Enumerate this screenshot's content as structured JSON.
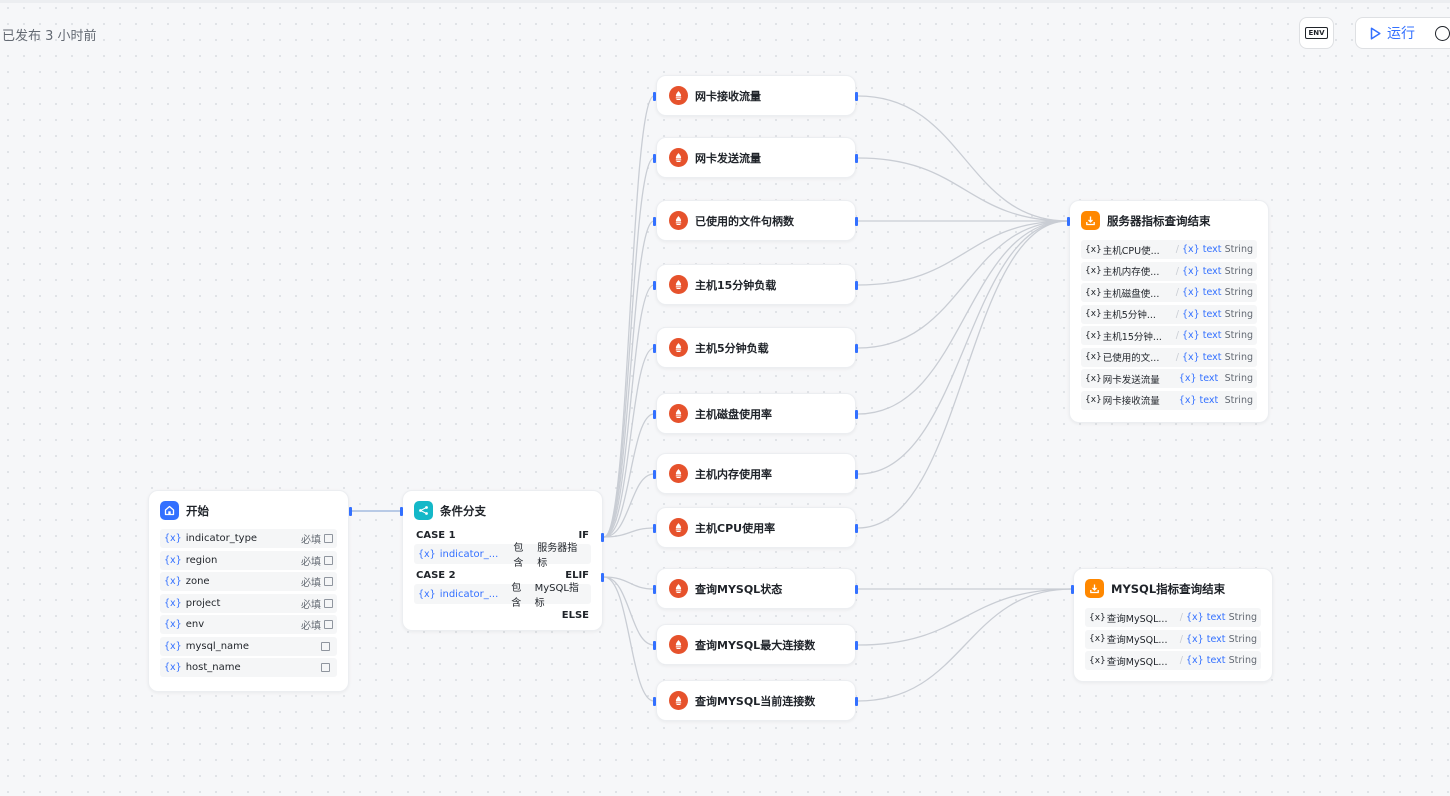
{
  "header": {
    "publish_status": "已发布 3 小时前",
    "env_label": "ENV",
    "run_label": "运行"
  },
  "start_node": {
    "title": "开始",
    "params": [
      {
        "var": "{x}",
        "name": "indicator_type",
        "required": "必填"
      },
      {
        "var": "{x}",
        "name": "region",
        "required": "必填"
      },
      {
        "var": "{x}",
        "name": "zone",
        "required": "必填"
      },
      {
        "var": "{x}",
        "name": "project",
        "required": "必填"
      },
      {
        "var": "{x}",
        "name": "env",
        "required": "必填"
      },
      {
        "var": "{x}",
        "name": "mysql_name",
        "required": ""
      },
      {
        "var": "{x}",
        "name": "host_name",
        "required": ""
      }
    ]
  },
  "condition_node": {
    "title": "条件分支",
    "cases": [
      {
        "label": "CASE 1",
        "keyword": "IF",
        "var": "{x}",
        "var_name": "indicator_...",
        "op": "包含",
        "value": "服务器指标"
      },
      {
        "label": "CASE 2",
        "keyword": "ELIF",
        "var": "{x}",
        "var_name": "indicator_...",
        "op": "包含",
        "value": "MySQL指标"
      }
    ],
    "else_label": "ELSE"
  },
  "metric_nodes": [
    {
      "title": "网卡接收流量"
    },
    {
      "title": "网卡发送流量"
    },
    {
      "title": "已使用的文件句柄数"
    },
    {
      "title": "主机15分钟负载"
    },
    {
      "title": "主机5分钟负载"
    },
    {
      "title": "主机磁盘使用率"
    },
    {
      "title": "主机内存使用率"
    },
    {
      "title": "主机CPU使用率"
    },
    {
      "title": "查询MYSQL状态"
    },
    {
      "title": "查询MYSQL最大连接数"
    },
    {
      "title": "查询MYSQL当前连接数"
    }
  ],
  "server_end_node": {
    "title": "服务器指标查询结束",
    "outputs": [
      {
        "var": "{x}",
        "name": "主机CPU使...",
        "ref": "{x} text",
        "type": "String"
      },
      {
        "var": "{x}",
        "name": "主机内存使...",
        "ref": "{x} text",
        "type": "String"
      },
      {
        "var": "{x}",
        "name": "主机磁盘使...",
        "ref": "{x} text",
        "type": "String"
      },
      {
        "var": "{x}",
        "name": "主机5分钟...",
        "ref": "{x} text",
        "type": "String"
      },
      {
        "var": "{x}",
        "name": "主机15分钟...",
        "ref": "{x} text",
        "type": "String"
      },
      {
        "var": "{x}",
        "name": "已使用的文...",
        "ref": "{x} text",
        "type": "String"
      },
      {
        "var": "{x}",
        "name": "网卡发送流量",
        "ref": "{x} text",
        "type": "String"
      },
      {
        "var": "{x}",
        "name": "网卡接收流量",
        "ref": "{x} text",
        "type": "String"
      }
    ]
  },
  "mysql_end_node": {
    "title": "MYSQL指标查询结束",
    "outputs": [
      {
        "var": "{x}",
        "name": "查询MySQL...",
        "ref": "{x} text",
        "type": "String"
      },
      {
        "var": "{x}",
        "name": "查询MySQL...",
        "ref": "{x} text",
        "type": "String"
      },
      {
        "var": "{x}",
        "name": "查询MySQL...",
        "ref": "{x} text",
        "type": "String"
      }
    ]
  },
  "icons": {
    "start": "home-icon",
    "condition": "branch-icon",
    "metric": "prometheus-icon",
    "end": "end-icon",
    "run": "play-icon",
    "env": "env-icon",
    "more": "more-icon"
  },
  "colors": {
    "accent": "#3370ff",
    "prometheus": "#e6522c",
    "end": "#ff8800",
    "condition": "#14b8c8"
  }
}
